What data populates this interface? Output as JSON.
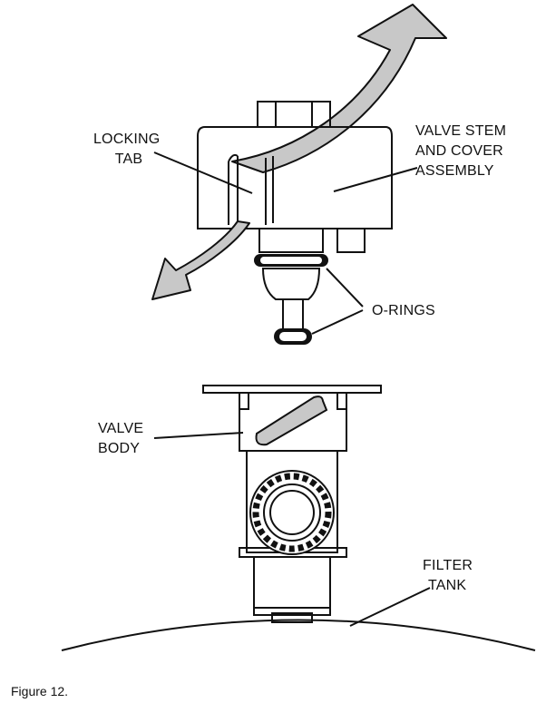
{
  "labels": {
    "locking_tab": [
      "LOCKING",
      "TAB"
    ],
    "valve_stem_cover": [
      "VALVE STEM",
      "AND COVER",
      "ASSEMBLY"
    ],
    "o_rings": "O-RINGS",
    "valve_body": [
      "VALVE",
      "BODY"
    ],
    "filter_tank": [
      "FILTER",
      "TANK"
    ]
  },
  "caption": "Figure 12.",
  "colors": {
    "line": "#111111",
    "arrow_fill": "#c8c8c8",
    "background": "#ffffff"
  }
}
